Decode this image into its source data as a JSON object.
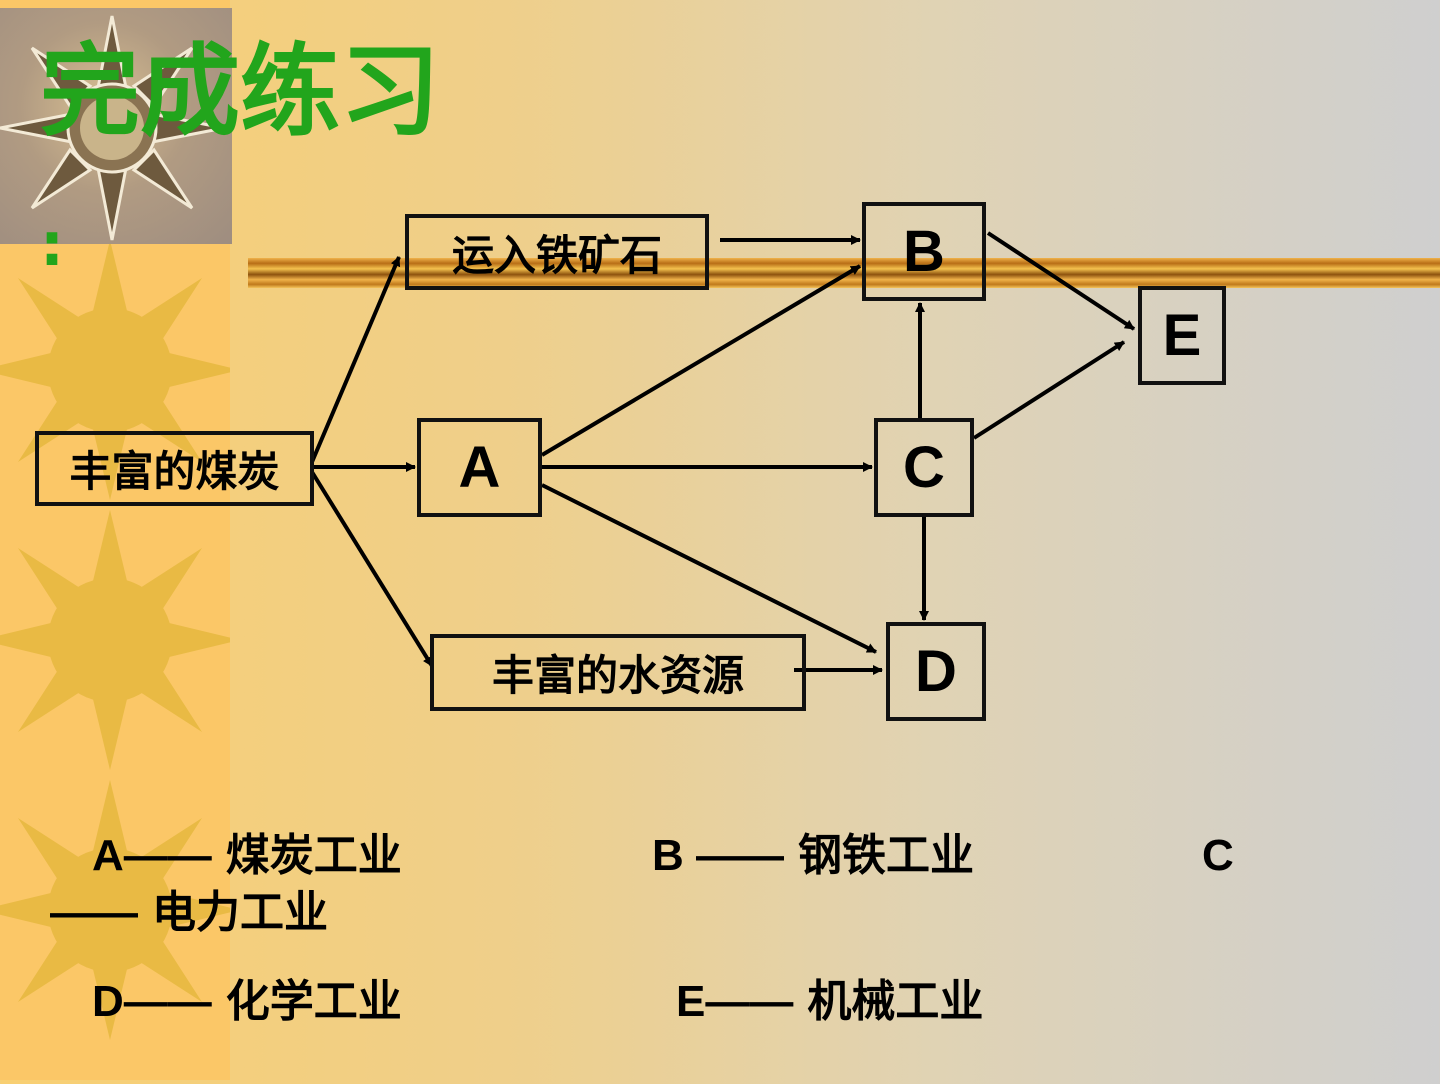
{
  "slide": {
    "title": "完成练习",
    "title_colon": ":",
    "colors": {
      "title": "#22a51c",
      "left_strip": "#fbc767",
      "stripe": "#b86e16"
    }
  },
  "diagram": {
    "nodes": {
      "coal": "丰富的煤炭",
      "ore": "运入铁矿石",
      "water": "丰富的水资源",
      "a": "A",
      "b": "B",
      "c": "C",
      "d": "D",
      "e": "E"
    },
    "edges": [
      [
        "coal",
        "ore"
      ],
      [
        "coal",
        "a"
      ],
      [
        "coal",
        "water"
      ],
      [
        "ore",
        "b"
      ],
      [
        "a",
        "b"
      ],
      [
        "a",
        "c"
      ],
      [
        "a",
        "d"
      ],
      [
        "water",
        "d"
      ],
      [
        "c",
        "b"
      ],
      [
        "c",
        "d"
      ],
      [
        "c",
        "e"
      ],
      [
        "b",
        "e"
      ]
    ]
  },
  "legend": {
    "a_key": "A——",
    "a_val": "煤炭工业",
    "b_key": "B ——",
    "b_val": "钢铁工业",
    "c_key": "C",
    "c_dash": "——",
    "c_val": "电力工业",
    "d_key": "D——",
    "d_val": "化学工业",
    "e_key": "E——",
    "e_val": "机械工业"
  }
}
